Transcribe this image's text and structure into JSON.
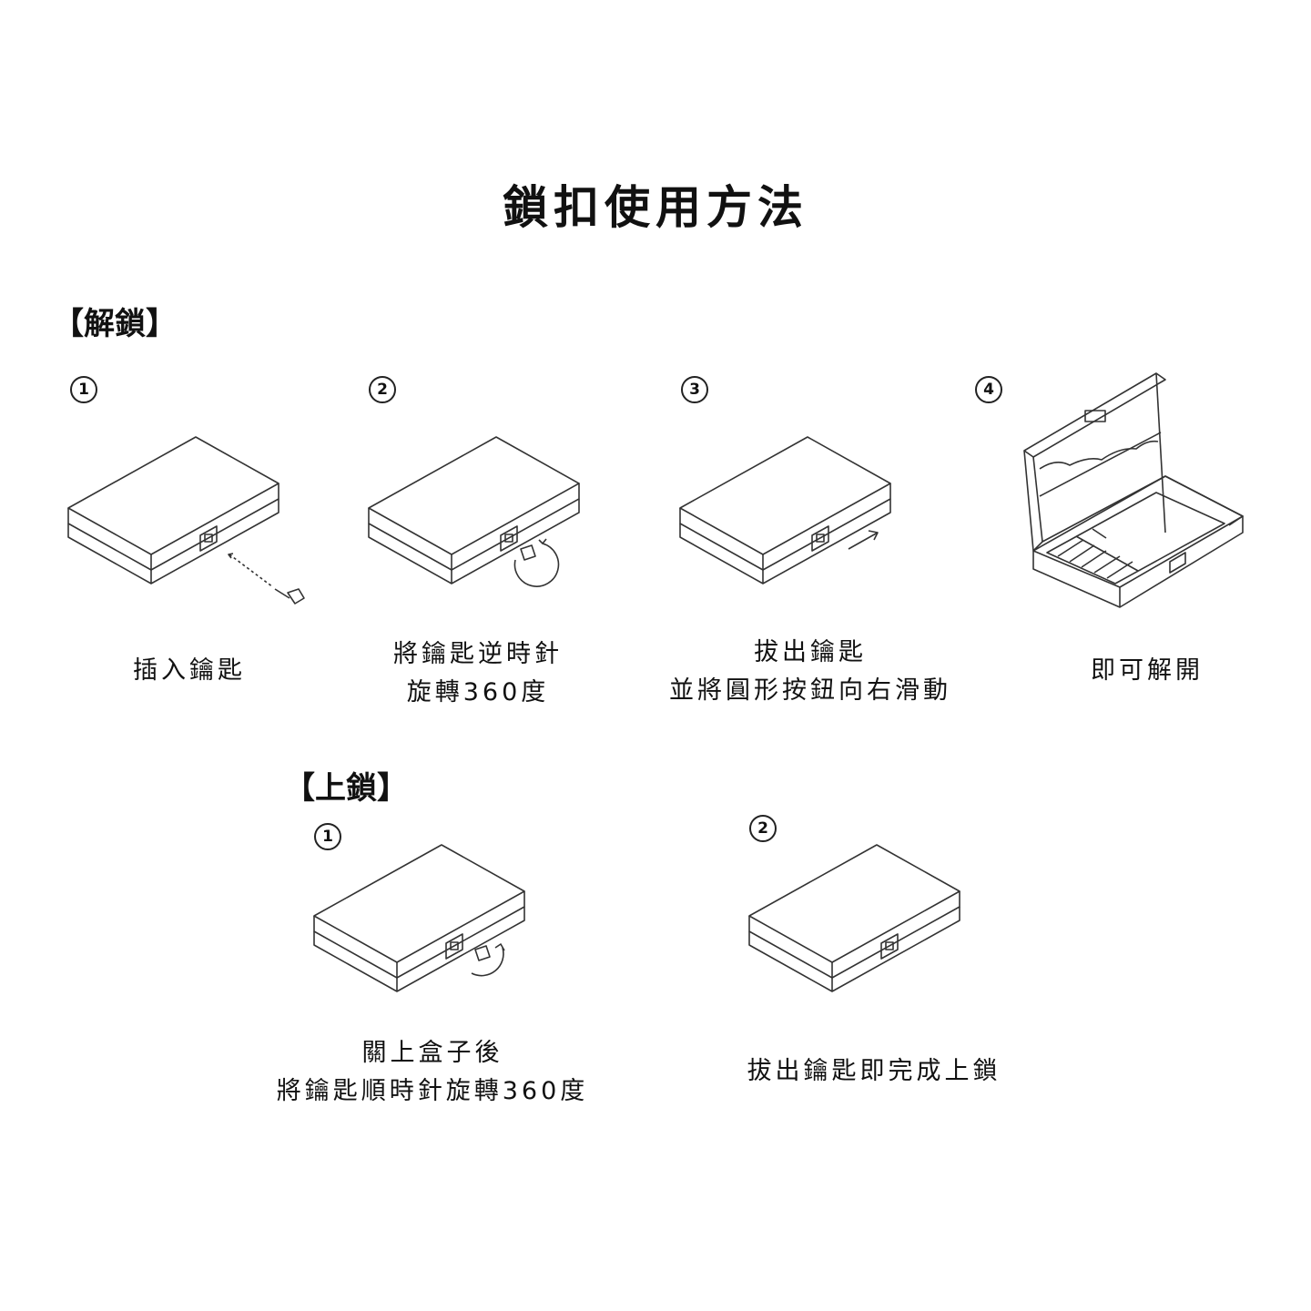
{
  "title": "鎖扣使用方法",
  "unlock": {
    "heading": "【解鎖】",
    "steps": [
      {
        "num": "1",
        "lines": [
          "插入鑰匙"
        ]
      },
      {
        "num": "2",
        "lines": [
          "將鑰匙逆時針",
          "旋轉360度"
        ]
      },
      {
        "num": "3",
        "lines": [
          "拔出鑰匙",
          "並將圓形按鈕向右滑動"
        ]
      },
      {
        "num": "4",
        "lines": [
          "即可解開"
        ]
      }
    ]
  },
  "lock": {
    "heading": "【上鎖】",
    "steps": [
      {
        "num": "1",
        "lines": [
          "關上盒子後",
          "將鑰匙順時針旋轉360度"
        ]
      },
      {
        "num": "2",
        "lines": [
          "拔出鑰匙即完成上鎖"
        ]
      }
    ]
  }
}
